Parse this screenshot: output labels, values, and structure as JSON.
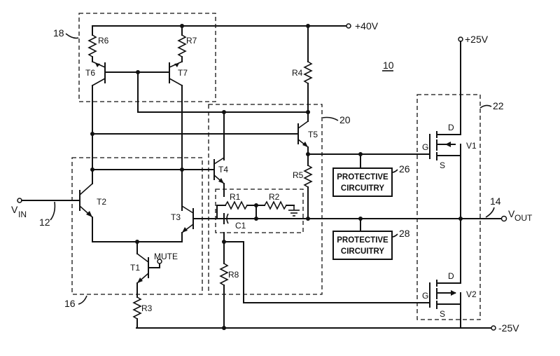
{
  "labels": {
    "plus40": "+40V",
    "plus25": "+25V",
    "minus25": "-25V",
    "vin": "V",
    "vin_sub": "IN",
    "vout": "V",
    "vout_sub": "OUT",
    "mute": "MUTE"
  },
  "refs": {
    "r10": "10",
    "r12": "12",
    "r14": "14",
    "r16": "16",
    "r18": "18",
    "r20": "20",
    "r22": "22",
    "r26": "26",
    "r28": "28"
  },
  "components": {
    "R1": "R1",
    "R2": "R2",
    "R3": "R3",
    "R4": "R4",
    "R5": "R5",
    "R6": "R6",
    "R7": "R7",
    "R8": "R8",
    "C1": "C1",
    "T1": "T1",
    "T2": "T2",
    "T3": "T3",
    "T4": "T4",
    "T5": "T5",
    "T6": "T6",
    "T7": "T7",
    "V1": "V1",
    "V2": "V2"
  },
  "mosfet_pins": {
    "v1_g": "G",
    "v1_d": "D",
    "v1_s": "S",
    "v2_g": "G",
    "v2_d": "D",
    "v2_s": "S"
  },
  "blocks": {
    "protective_top_line1": "PROTECTIVE",
    "protective_top_line2": "CIRCUITRY",
    "protective_bottom_line1": "PROTECTIVE",
    "protective_bottom_line2": "CIRCUITRY"
  }
}
